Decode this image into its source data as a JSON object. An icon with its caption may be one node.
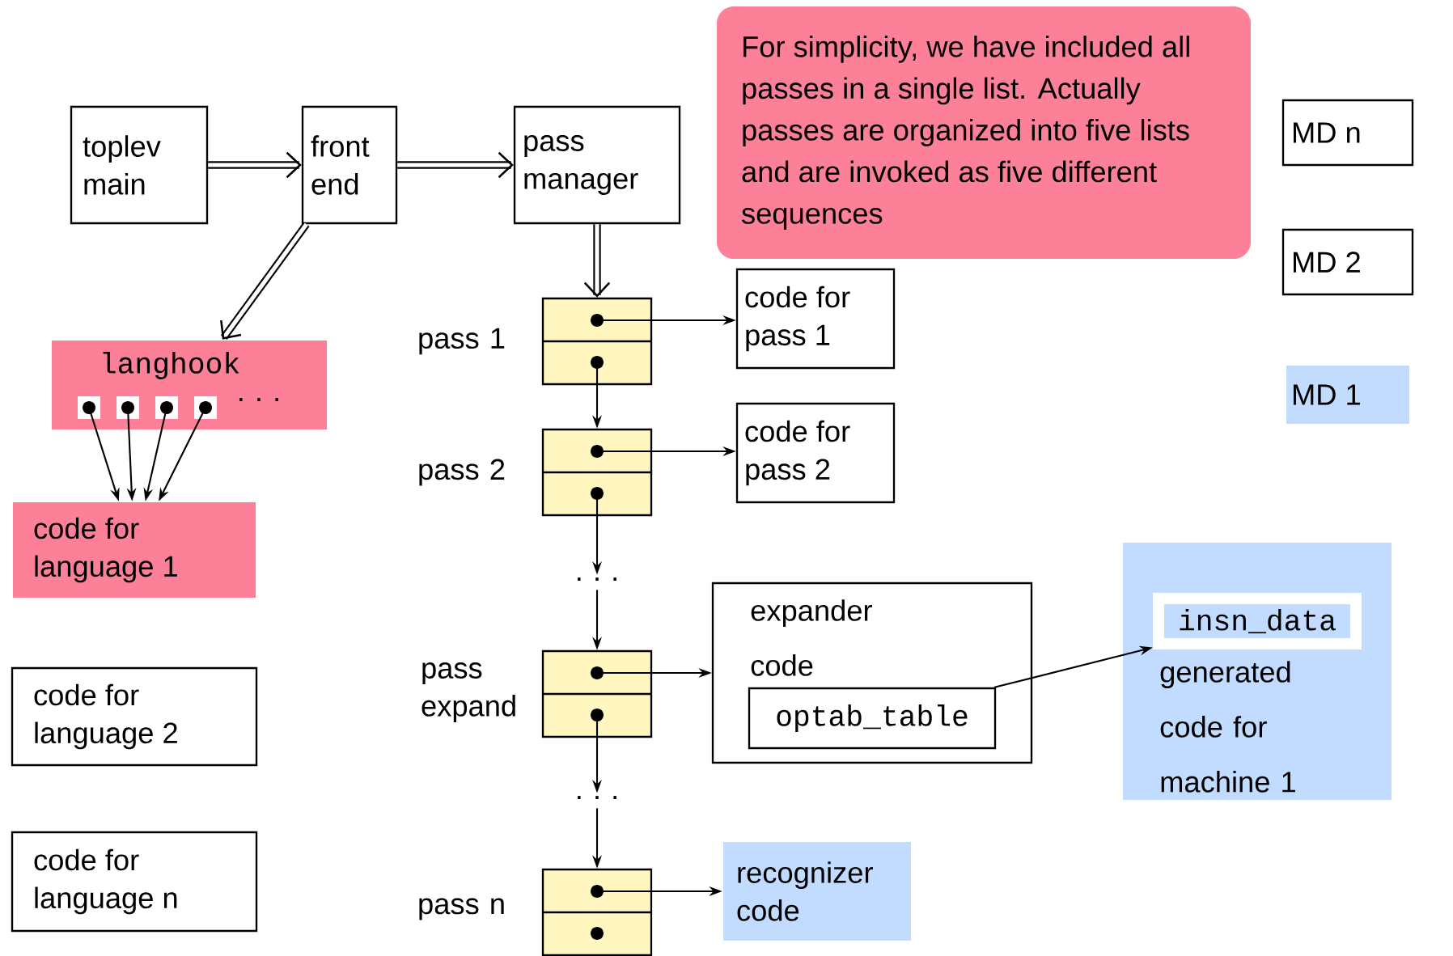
{
  "diagram": {
    "nodes": [
      {
        "text": [
          "toplev main"
        ]
      },
      {
        "text": [
          "front end"
        ]
      },
      {
        "text": [
          "pass manager"
        ]
      },
      {
        "text": [
          "For simplicity, we have included all passes in a single list. Actually passes are organized into five lists and are invoked as five different sequences"
        ]
      },
      {
        "text": [
          "MD n"
        ]
      },
      {
        "text": [
          "MD 2"
        ]
      },
      {
        "text": [
          "MD 1"
        ]
      },
      {
        "text": [
          "langhook",
          "· · ·"
        ]
      },
      {
        "text": [],
        "shape": "box",
        "in": 7
      },
      {
        "text": [],
        "shape": "box",
        "in": 7
      },
      {
        "text": [],
        "shape": "box",
        "in": 7
      },
      {
        "text": [],
        "shape": "box",
        "in": 7
      },
      {
        "text": [
          "code for language 1"
        ]
      },
      {
        "text": [
          "code for language 2"
        ]
      },
      {
        "text": [
          "code for language n"
        ]
      },
      {
        "text": [],
        "shape": "box",
        "beside": [
          "pass 1"
        ]
      },
      {
        "text": [
          "code for pass 1"
        ]
      },
      {
        "text": [],
        "shape": "box",
        "beside": [
          "pass 2"
        ]
      },
      {
        "text": [
          "code for pass 2"
        ]
      },
      {
        "text": [
          "· · ·"
        ]
      },
      {
        "text": [],
        "shape": "box",
        "beside": [
          "pass expand"
        ]
      },
      {
        "text": [
          "expander code"
        ]
      },
      {
        "text": [
          "optab_table"
        ],
        "in": 21
      },
      {
        "text": [
          "generated code for machine 1"
        ]
      },
      {
        "text": [
          "insn_data"
        ],
        "in": 23
      },
      {
        "text": [
          "· · ·"
        ]
      },
      {
        "text": [],
        "shape": "box",
        "beside": [
          "pass n"
        ]
      },
      {
        "text": [
          "recognizer code"
        ]
      }
    ],
    "edges": [
      {
        "from": 0,
        "to": 1,
        "arrow": "to",
        "style": "thick"
      },
      {
        "from": 1,
        "to": 2,
        "arrow": "to",
        "style": "thick"
      },
      {
        "from": 1,
        "to": 7,
        "arrow": "to",
        "style": "thick"
      },
      {
        "from": 2,
        "to": 15,
        "arrow": "to",
        "style": "thick"
      },
      {
        "from": 8,
        "to": 12,
        "arrow": "to"
      },
      {
        "from": 9,
        "to": 12,
        "arrow": "to"
      },
      {
        "from": 10,
        "to": 12,
        "arrow": "to"
      },
      {
        "from": 11,
        "to": 12,
        "arrow": "to"
      },
      {
        "from": 15,
        "to": 16,
        "arrow": "to"
      },
      {
        "from": 15,
        "to": 17,
        "arrow": "to"
      },
      {
        "from": 17,
        "to": 18,
        "arrow": "to"
      },
      {
        "from": 17,
        "to": 19,
        "arrow": "to"
      },
      {
        "from": 19,
        "to": 20,
        "arrow": "to"
      },
      {
        "from": 20,
        "to": 21,
        "arrow": "to"
      },
      {
        "from": 20,
        "to": 25,
        "arrow": "to"
      },
      {
        "from": 22,
        "to": 24,
        "arrow": "to"
      },
      {
        "from": 25,
        "to": 26,
        "arrow": "to"
      },
      {
        "from": 26,
        "to": 27,
        "arrow": "to"
      }
    ]
  }
}
